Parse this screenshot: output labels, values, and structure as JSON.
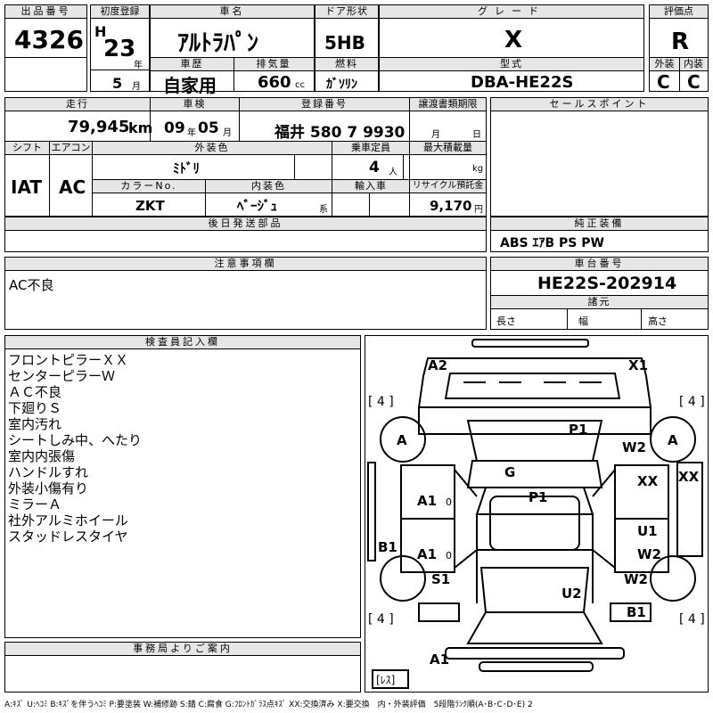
{
  "header": {
    "lot_label": "出品番号",
    "lot_no": "4326",
    "first_reg_label": "初度登録",
    "era": "H",
    "year": "23",
    "year_unit": "年",
    "month": "5",
    "month_unit": "月",
    "car_name_label": "車名",
    "car_name": "ｱﾙﾄﾗﾊﾟﾝ",
    "history_label": "車歴",
    "history": "自家用",
    "displacement_label": "排気量",
    "displacement": "660",
    "displacement_unit": "cc",
    "door_label": "ドア形状",
    "door": "5HB",
    "fuel_label": "燃料",
    "fuel": "ｶﾞｿﾘﾝ",
    "grade_label": "グレード",
    "grade": "X",
    "model_label": "型式",
    "model": "DBA-HE22S",
    "score_label": "評価点",
    "score": "R",
    "ext_label": "外装",
    "ext": "C",
    "int_label": "内装",
    "int": "C"
  },
  "spec": {
    "mileage_label": "走行",
    "mileage": "79,945",
    "mileage_unit": "km",
    "inspection_label": "車検",
    "insp_year": "09",
    "insp_year_unit": "年",
    "insp_month": "05",
    "insp_month_unit": "月",
    "reg_label": "登録番号",
    "reg_no": "福井 580 7 9930",
    "transfer_label": "譲渡書類期限",
    "transfer_month": "月",
    "transfer_day": "日",
    "shift_label": "シフト",
    "shift": "IAT",
    "ac_label": "エアコン",
    "ac": "AC",
    "color_label": "外装色",
    "color": "ﾐﾄﾞﾘ",
    "capacity_label": "乗車定員",
    "capacity": "4",
    "capacity_unit": "人",
    "max_load_label": "最大積載量",
    "max_load_unit": "kg",
    "color_no_label": "カラーNo.",
    "color_no": "ZKT",
    "interior_color_label": "内装色",
    "interior_color": "ﾍﾞｰｼﾞｭ",
    "interior_color_unit": "系",
    "import_label": "輸入車",
    "recycle_label": "リサイクル預託金",
    "recycle": "9,170",
    "recycle_unit": "円",
    "later_parts_label": "後日発送部品"
  },
  "sales_point": {
    "label": "セールスポイント"
  },
  "equipment": {
    "label": "純正装備",
    "value": "ABS ｴｱB PS PW"
  },
  "caution": {
    "label": "注意事項欄",
    "value": "AC不良"
  },
  "chassis": {
    "label": "車台番号",
    "value": "HE22S-202914",
    "dims_label": "諸元",
    "length_label": "長さ",
    "width_label": "幅",
    "height_label": "高さ"
  },
  "inspector": {
    "label": "検査員記入欄",
    "lines": [
      "フロントピラーＸＸ",
      "センターピラーＷ",
      "ＡＣ不良",
      "下廻りＳ",
      "室内汚れ",
      "シートしみ中、へたり",
      "室内内張傷",
      "ハンドルすれ",
      "外装小傷有り",
      "ミラーＡ",
      "社外アルミホイール",
      "スタッドレスタイヤ"
    ]
  },
  "office": {
    "label": "事務局よりご案内"
  },
  "diagram": {
    "marks": [
      "A2",
      "X1",
      "P1",
      "W2",
      "A",
      "A",
      "G",
      "P1",
      "XX",
      "XX",
      "A1",
      "A1",
      "B1",
      "U1",
      "W2",
      "S1",
      "U2",
      "W2",
      "B1",
      "A1",
      "0",
      "0"
    ],
    "tire_marks": [
      "[ 4 ]",
      "[ 4 ]",
      "[ 4 ]",
      "[ 4 ]"
    ],
    "spare": "[ﾚｽ]"
  },
  "legend": "A:ｷｽﾞ U:ﾍｺﾐ B:ｷｽﾞを伴うﾍｺﾐ P:要塗装 W:補修跡 S:錆 C:腐食 G:ﾌﾛﾝﾄｶﾞﾗｽ点ｷｽﾞ XX:交換済み X:要交換　内・外装評価　5段階ﾗﾝｸ順(A･B･C･D･E) 2"
}
